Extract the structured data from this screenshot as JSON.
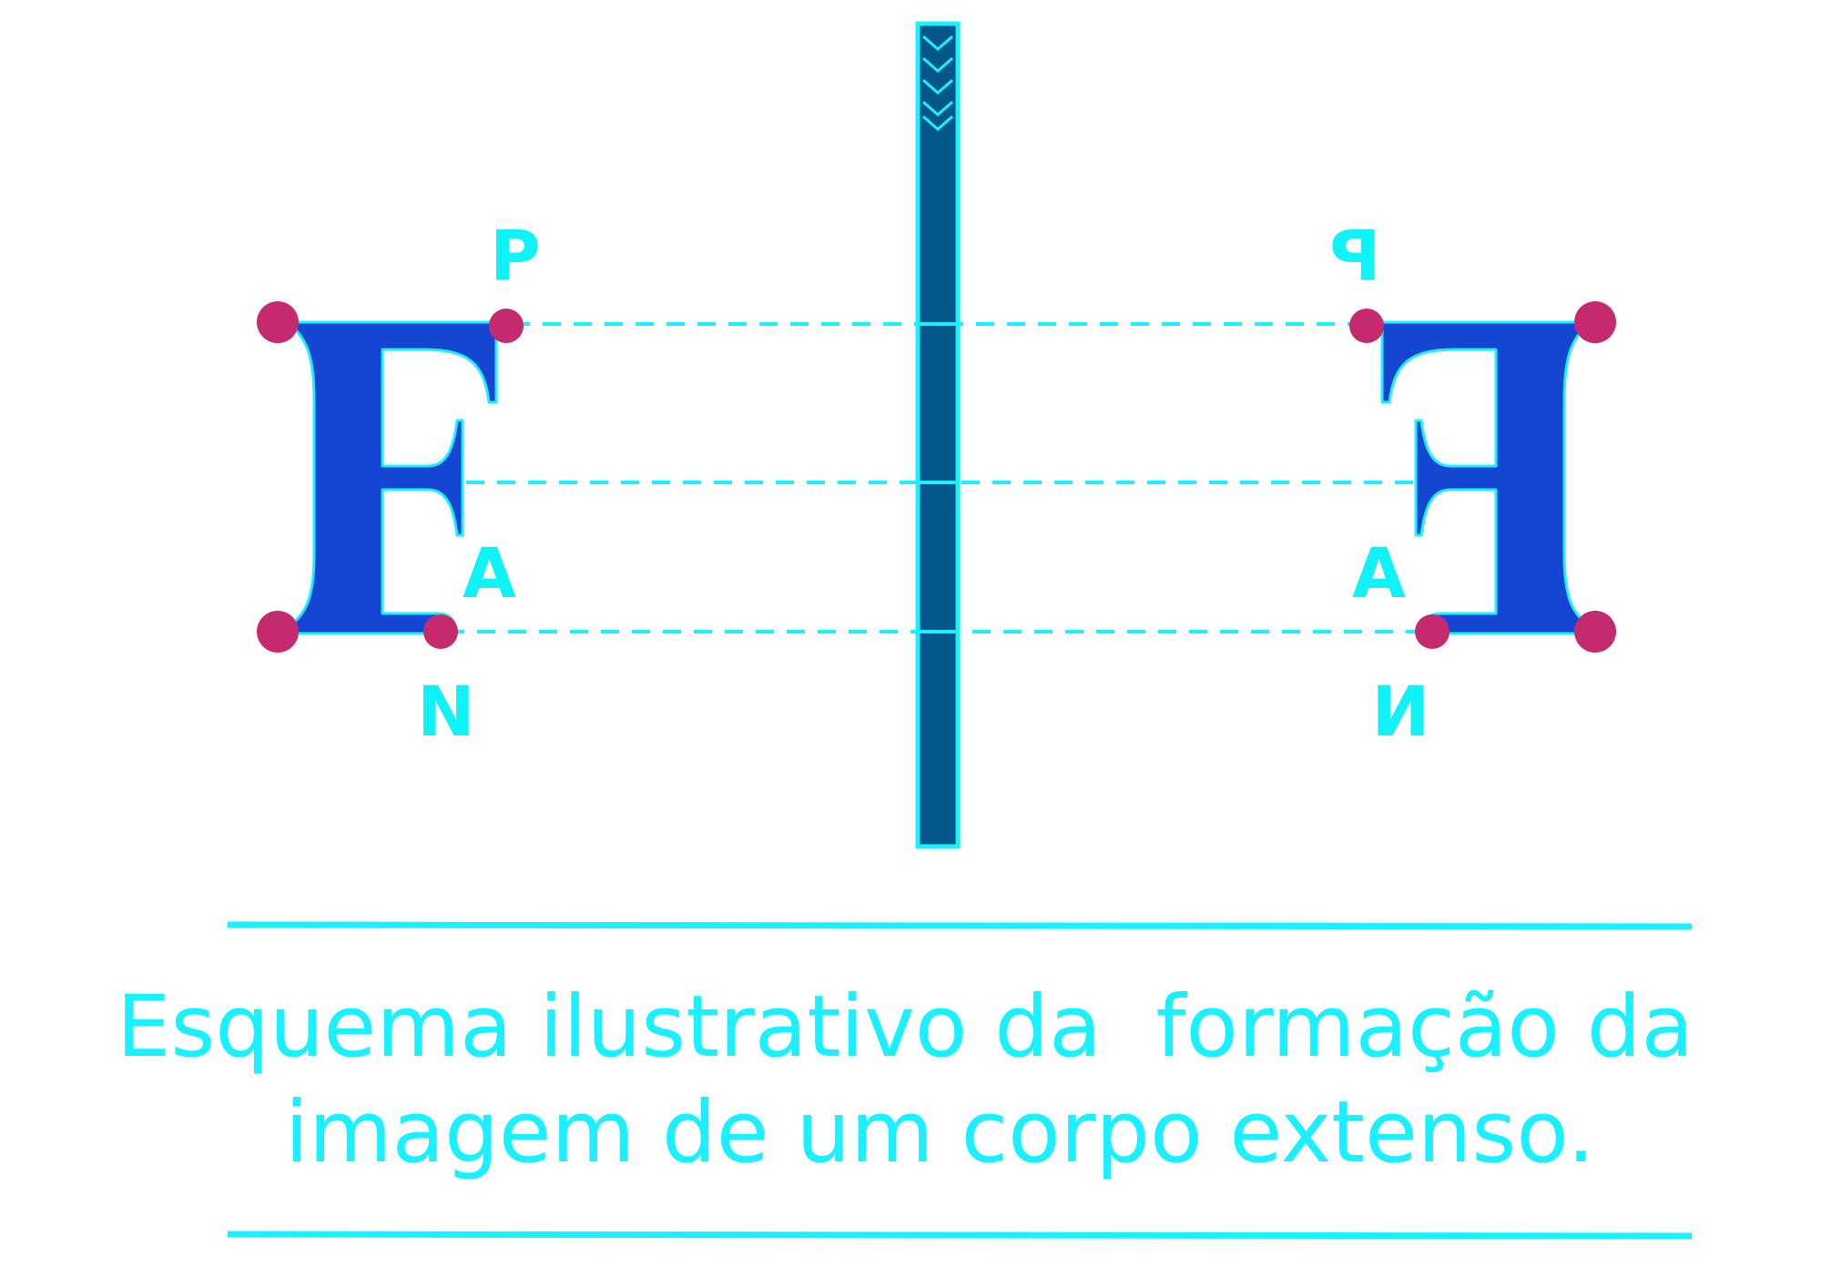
{
  "labels": {
    "object_top": "P",
    "object_mid": "A",
    "object_bottom": "N",
    "image_top": "P",
    "image_mid": "A",
    "image_bottom": "N"
  },
  "caption": {
    "line1": "Esquema ilustrativo da  formação da",
    "line2": "imagem de um corpo extenso."
  },
  "colors": {
    "cyan": "#1af0ff",
    "letter_fill": "#1546d2",
    "mirror_fill": "#03578a",
    "point": "#c52a6f",
    "background": "#ffffff"
  }
}
